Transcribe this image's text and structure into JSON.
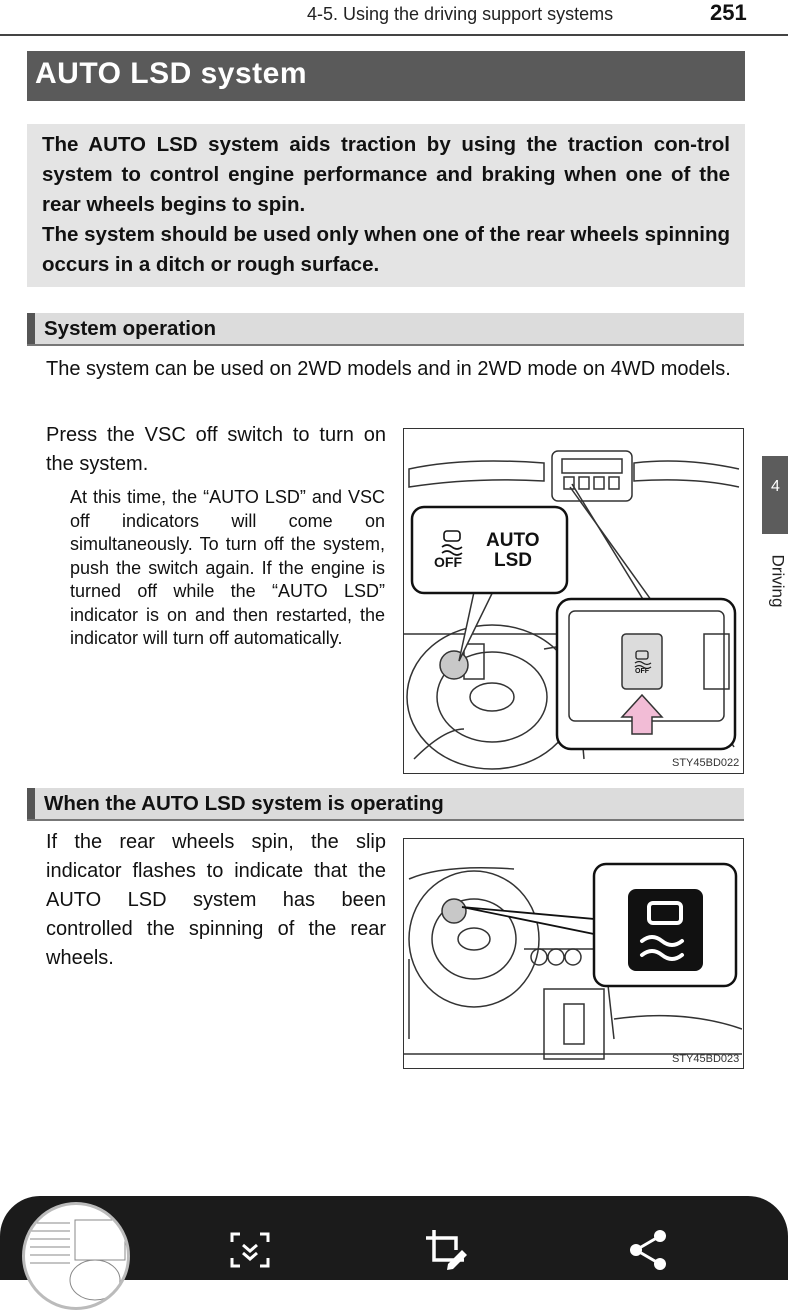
{
  "header": {
    "section": "4-5. Using the driving support systems",
    "page_number": "251"
  },
  "title": "AUTO LSD system",
  "intro": {
    "p1": "The AUTO LSD system aids traction by using the traction con-trol system to control engine performance and braking when one of the rear wheels begins to spin.",
    "p2": "The system should be used only when one of the rear wheels spinning occurs in a ditch or rough surface."
  },
  "section1": {
    "heading": "System operation",
    "p1": "The system can be used on 2WD models and in 2WD mode on 4WD models.",
    "p2": "Press the VSC off switch to turn on the system.",
    "note": "At this time, the “AUTO LSD” and VSC off indicators will come on simultaneously. To turn off the system, push the switch again. If the engine is turned off while the “AUTO LSD” indicator is on and then restarted, the indicator will turn off automatically.",
    "figure": {
      "indicator_off": "OFF",
      "indicator_auto_1": "AUTO",
      "indicator_auto_2": "LSD",
      "switch_label": "OFF",
      "code": "STY45BD022"
    }
  },
  "section2": {
    "heading": "When the AUTO LSD system is operating",
    "p1": "If the rear wheels spin, the slip indicator flashes to indicate that the AUTO LSD system has been controlled the spinning of the rear wheels.",
    "figure": {
      "code": "STY45BD023"
    }
  },
  "side_tab": {
    "chapter": "4",
    "label": "Driving"
  },
  "toolbar": {
    "icons": [
      "thumbnail-preview",
      "scan-icon",
      "crop-edit-icon",
      "share-icon"
    ]
  }
}
